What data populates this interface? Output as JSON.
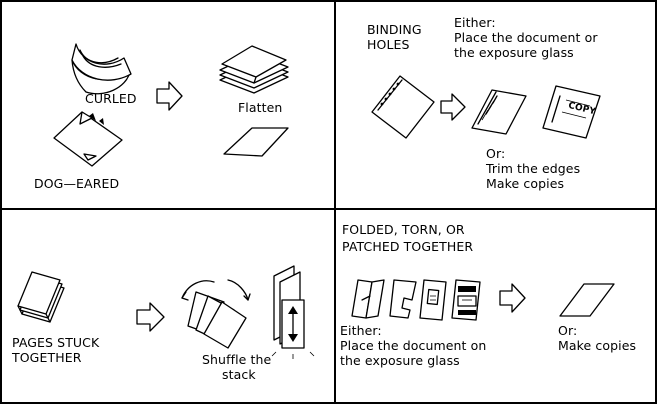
{
  "panels": {
    "top_left": {
      "curled": "CURLED",
      "flatten": "Flatten",
      "dog_eared": "DOG—EARED"
    },
    "top_right": {
      "title_line1": "BINDING",
      "title_line2": "HOLES",
      "either": "Either:",
      "place_line1": "Place the document or",
      "place_line2": "the exposure glass",
      "copy_stamp": "COPY",
      "or": "Or:",
      "trim": "Trim the edges",
      "make_copies": "Make copies"
    },
    "bottom_left": {
      "stuck_line1": "PAGES STUCK",
      "stuck_line2": "TOGETHER",
      "shuffle_line1": "Shuffle the",
      "shuffle_line2": "stack"
    },
    "bottom_right": {
      "title_line1": "FOLDED, TORN, OR",
      "title_line2": "PATCHED TOGETHER",
      "either": "Either:",
      "place_line1": "Place the document on",
      "place_line2": "the exposure glass",
      "or": "Or:",
      "make_copies": "Make copies"
    }
  },
  "icons": {
    "arrow": "hollow-right-arrow-icon",
    "curled": "curled-paper-icon",
    "flat_stack": "flat-paper-stack-icon",
    "dog_eared": "dog-eared-paper-icon",
    "holed_sheet": "punched-paper-icon",
    "copy_sheet": "copy-output-icon",
    "stuck_stack": "stuck-paper-stack-icon",
    "fan": "fanned-paper-icon",
    "shuffle": "shuffle-stack-icon",
    "damaged_docs": "damaged-documents-icon"
  }
}
